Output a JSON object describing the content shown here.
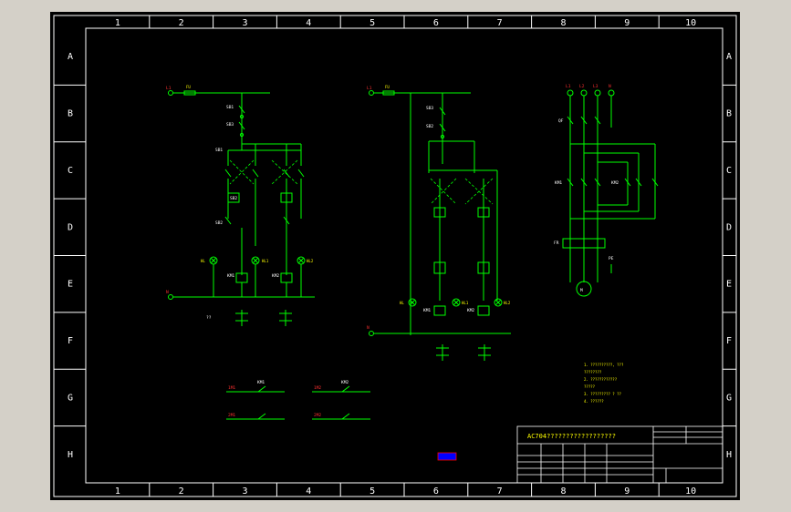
{
  "drawing": {
    "columns": [
      "1",
      "2",
      "3",
      "4",
      "5",
      "6",
      "7",
      "8",
      "9",
      "10"
    ],
    "rows": [
      "A",
      "B",
      "C",
      "D",
      "E",
      "F",
      "G",
      "H"
    ],
    "title_block": {
      "title": "AC704??????????????????"
    },
    "notes": [
      "1. ??????????, ???",
      "   ????????",
      "2. ????????????",
      "   ?????",
      "3. ????????? ? ??",
      "4. ??????"
    ],
    "circuit1": {
      "labels": {
        "left_top": "SB1",
        "stop": "SB3",
        "start": "SB2",
        "km1_coil": "KM1",
        "km2_coil": "KM2",
        "l_lamp": "HL",
        "lamp1": "HL1",
        "lamp2": "HL2",
        "fu": "FU",
        "supply_top": "L1",
        "supply_bottom": "N",
        "sub": "??",
        "sb1": "SB1",
        "sb2": "SB2"
      }
    },
    "circuit2": {
      "labels": {
        "supply_top": "L1",
        "supply_bottom": "N",
        "fu": "FU",
        "stop": "SB3",
        "start": "SB2",
        "coil_left": "KM1",
        "coil_right": "KM2",
        "lamp": "HL",
        "lamp1": "HL1",
        "lamp2": "HL2"
      }
    },
    "motor": {
      "phases": [
        "L1",
        "L2",
        "L3",
        "N"
      ],
      "qf": "QF",
      "km1": "KM1",
      "km2": "KM2",
      "fr": "FR",
      "pe": "PE",
      "motor_label": "M"
    },
    "interlock": {
      "km1": "KM1",
      "km2": "KM2",
      "a1": "1M1",
      "a2": "1M2",
      "b1": "2M1",
      "b2": "2M2"
    }
  }
}
